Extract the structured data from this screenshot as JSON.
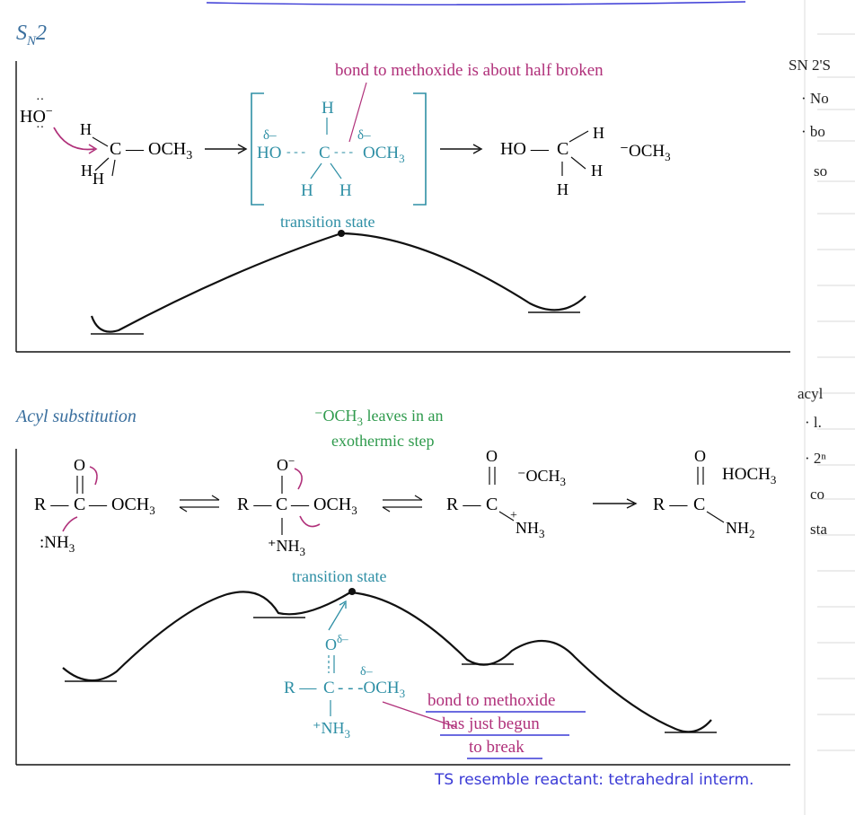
{
  "sn2": {
    "title": "S",
    "title_sub": "N",
    "title_tail": "2",
    "bond_note": "bond to methoxide is about half broken",
    "ts_label": "transition state",
    "nuc": "HO",
    "nuc_charge": "−",
    "reactant": {
      "H_top": "H",
      "C": "C",
      "OCH3": "— OCH",
      "sub3": "3",
      "H_left": "H",
      "H_bot": "H"
    },
    "ts": {
      "H_top": "H",
      "delta_left": "δ–",
      "delta_right": "δ–",
      "HO": "HO",
      "dash1": "- - -",
      "C": "C",
      "dash2": "- - -",
      "OCH": "OCH",
      "sub3": "3",
      "H1": "H",
      "H2": "H"
    },
    "product": {
      "HO": "HO —",
      "C": "C",
      "H_top": "H",
      "H_mid": "H",
      "H_bot": "H",
      "leaving": "⁻OCH",
      "sub3": "3"
    }
  },
  "acyl": {
    "title": "Acyl substitution",
    "leaves_note_1": "⁻OCH",
    "leaves_note_sub": "3",
    "leaves_note_2": " leaves in an",
    "leaves_note_3": "exothermic step",
    "ts_label": "transition state",
    "bond_note_1": "bond to methoxide",
    "bond_note_2": "has just begun",
    "bond_note_3": "to break",
    "s1": {
      "O": "O",
      "R": "R —",
      "C": "C",
      "OCH": "— OCH",
      "sub3": "3",
      "NH": ":NH",
      "nsub": "3"
    },
    "s2": {
      "O": "O",
      "ominus": "−",
      "R": "R —",
      "C": "C",
      "OCH": "— OCH",
      "sub3": "3",
      "NH": "⁺NH",
      "nsub": "3"
    },
    "s3": {
      "O": "O",
      "leaving": "⁻OCH",
      "lsub": "3",
      "R": "R —",
      "C": "C",
      "plus": "+",
      "NH": "NH",
      "nsub": "3"
    },
    "s4": {
      "O": "O",
      "HOCH": "HOCH",
      "hsub": "3",
      "R": "R —",
      "C": "C",
      "NH": "NH",
      "nsub": "2"
    },
    "ts_struct": {
      "O": "O",
      "delta_o": "δ–",
      "R": "R —",
      "C": "C",
      "delta": "δ–",
      "OCH": "- - -OCH",
      "sub3": "3",
      "NH": "⁺NH",
      "nsub": "3"
    }
  },
  "notes": {
    "sn2_heading": "SN 2'S",
    "sn2_lines": [
      "· No",
      "· bo",
      "so"
    ],
    "acyl_heading": "acyl",
    "acyl_lines": [
      "· l.",
      "· 2ⁿ",
      "co",
      "sta"
    ],
    "bottom": "TS resemble reactant: tetrahedral interm."
  },
  "colors": {
    "teal": "#2e8fa5",
    "magenta": "#b0307a",
    "green": "#2e9a4c",
    "blue_title": "#3a6f9e",
    "ink_blue": "#3a3ad6",
    "handwriting": "#222222"
  }
}
